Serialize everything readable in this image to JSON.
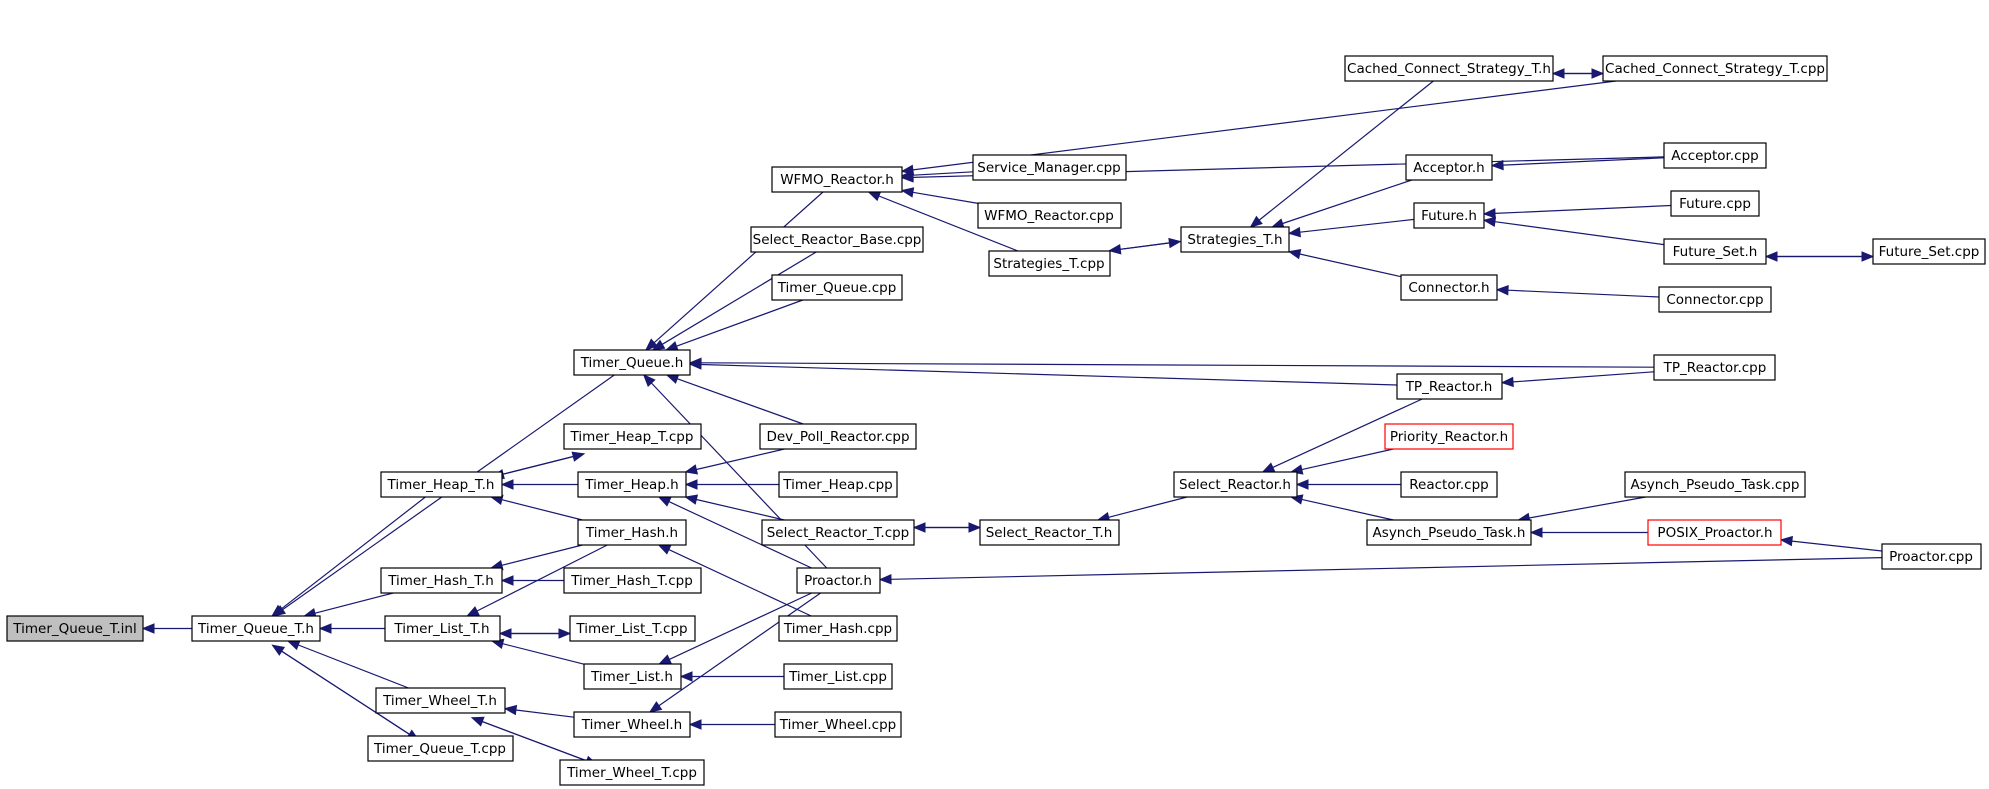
{
  "colors": {
    "edge": "#191970",
    "root_fill": "#bfbfbf",
    "node_border": "#000000",
    "highlight_border": "#ff0000"
  },
  "nodes": {
    "n_timer_queue_t_inl": "Timer_Queue_T.inl",
    "n_timer_queue_t_h": "Timer_Queue_T.h",
    "n_timer_queue_h": "Timer_Queue.h",
    "n_timer_heap_t_h": "Timer_Heap_T.h",
    "n_timer_hash_t_h": "Timer_Hash_T.h",
    "n_timer_list_t_h": "Timer_List_T.h",
    "n_timer_wheel_t_h": "Timer_Wheel_T.h",
    "n_timer_queue_t_cpp": "Timer_Queue_T.cpp",
    "n_timer_heap_t_cpp": "Timer_Heap_T.cpp",
    "n_timer_heap_h": "Timer_Heap.h",
    "n_timer_hash_h": "Timer_Hash.h",
    "n_timer_hash_t_cpp": "Timer_Hash_T.cpp",
    "n_timer_list_t_cpp": "Timer_List_T.cpp",
    "n_timer_list_h": "Timer_List.h",
    "n_timer_wheel_h": "Timer_Wheel.h",
    "n_timer_wheel_t_cpp": "Timer_Wheel_T.cpp",
    "n_wfmo_reactor_h": "WFMO_Reactor.h",
    "n_select_reactor_base_cpp": "Select_Reactor_Base.cpp",
    "n_timer_queue_cpp": "Timer_Queue.cpp",
    "n_dev_poll_reactor_cpp": "Dev_Poll_Reactor.cpp",
    "n_timer_heap_cpp": "Timer_Heap.cpp",
    "n_select_reactor_t_cpp": "Select_Reactor_T.cpp",
    "n_proactor_h": "Proactor.h",
    "n_timer_hash_cpp": "Timer_Hash.cpp",
    "n_timer_list_cpp": "Timer_List.cpp",
    "n_timer_wheel_cpp": "Timer_Wheel.cpp",
    "n_service_manager_cpp": "Service_Manager.cpp",
    "n_wfmo_reactor_cpp": "WFMO_Reactor.cpp",
    "n_strategies_t_cpp": "Strategies_T.cpp",
    "n_select_reactor_t_h": "Select_Reactor_T.h",
    "n_strategies_t_h": "Strategies_T.h",
    "n_select_reactor_h": "Select_Reactor.h",
    "n_cached_connect_strategy_t_h": "Cached_Connect_Strategy_T.h",
    "n_acceptor_h": "Acceptor.h",
    "n_future_h": "Future.h",
    "n_connector_h": "Connector.h",
    "n_tp_reactor_h": "TP_Reactor.h",
    "n_priority_reactor_h": "Priority_Reactor.h",
    "n_reactor_cpp": "Reactor.cpp",
    "n_asynch_pseudo_task_h": "Asynch_Pseudo_Task.h",
    "n_cached_connect_strategy_t_cpp": "Cached_Connect_Strategy_T.cpp",
    "n_acceptor_cpp": "Acceptor.cpp",
    "n_future_cpp": "Future.cpp",
    "n_future_set_h": "Future_Set.h",
    "n_connector_cpp": "Connector.cpp",
    "n_tp_reactor_cpp": "TP_Reactor.cpp",
    "n_asynch_pseudo_task_cpp": "Asynch_Pseudo_Task.cpp",
    "n_posix_proactor_h": "POSIX_Proactor.h",
    "n_future_set_cpp": "Future_Set.cpp",
    "n_proactor_cpp": "Proactor.cpp"
  },
  "edges": [
    [
      "n_timer_queue_t_h",
      "n_timer_queue_t_inl"
    ],
    [
      "n_timer_queue_h",
      "n_timer_queue_t_h"
    ],
    [
      "n_timer_heap_t_h",
      "n_timer_queue_t_h"
    ],
    [
      "n_timer_hash_t_h",
      "n_timer_queue_t_h"
    ],
    [
      "n_timer_list_t_h",
      "n_timer_queue_t_h"
    ],
    [
      "n_timer_wheel_t_h",
      "n_timer_queue_t_h"
    ],
    [
      "n_timer_queue_t_cpp",
      "n_timer_queue_t_h"
    ],
    [
      "n_timer_queue_t_h",
      "n_timer_queue_t_cpp"
    ],
    [
      "n_wfmo_reactor_h",
      "n_timer_queue_h"
    ],
    [
      "n_select_reactor_base_cpp",
      "n_timer_queue_h"
    ],
    [
      "n_timer_queue_cpp",
      "n_timer_queue_h"
    ],
    [
      "n_dev_poll_reactor_cpp",
      "n_timer_queue_h"
    ],
    [
      "n_proactor_h",
      "n_timer_queue_h"
    ],
    [
      "n_tp_reactor_h",
      "n_timer_queue_h"
    ],
    [
      "n_tp_reactor_cpp",
      "n_timer_queue_h"
    ],
    [
      "n_timer_heap_t_cpp",
      "n_timer_heap_t_h"
    ],
    [
      "n_timer_heap_t_h",
      "n_timer_heap_t_cpp"
    ],
    [
      "n_timer_heap_h",
      "n_timer_heap_t_h"
    ],
    [
      "n_timer_hash_h",
      "n_timer_heap_t_h"
    ],
    [
      "n_timer_hash_h",
      "n_timer_hash_t_h"
    ],
    [
      "n_timer_hash_t_cpp",
      "n_timer_hash_t_h"
    ],
    [
      "n_timer_hash_h",
      "n_timer_list_t_h"
    ],
    [
      "n_timer_list_t_h",
      "n_timer_list_t_cpp"
    ],
    [
      "n_timer_list_t_cpp",
      "n_timer_list_t_h"
    ],
    [
      "n_timer_list_h",
      "n_timer_list_t_h"
    ],
    [
      "n_timer_wheel_h",
      "n_timer_wheel_t_h"
    ],
    [
      "n_timer_wheel_t_h",
      "n_timer_wheel_t_cpp"
    ],
    [
      "n_timer_wheel_t_cpp",
      "n_timer_wheel_t_h"
    ],
    [
      "n_dev_poll_reactor_cpp",
      "n_timer_heap_h"
    ],
    [
      "n_timer_heap_cpp",
      "n_timer_heap_h"
    ],
    [
      "n_select_reactor_t_cpp",
      "n_timer_heap_h"
    ],
    [
      "n_proactor_h",
      "n_timer_heap_h"
    ],
    [
      "n_timer_hash_cpp",
      "n_timer_hash_h"
    ],
    [
      "n_timer_list_cpp",
      "n_timer_list_h"
    ],
    [
      "n_proactor_h",
      "n_timer_list_h"
    ],
    [
      "n_timer_wheel_cpp",
      "n_timer_wheel_h"
    ],
    [
      "n_proactor_h",
      "n_timer_wheel_h"
    ],
    [
      "n_service_manager_cpp",
      "n_wfmo_reactor_h"
    ],
    [
      "n_wfmo_reactor_cpp",
      "n_wfmo_reactor_h"
    ],
    [
      "n_strategies_t_cpp",
      "n_wfmo_reactor_h"
    ],
    [
      "n_cached_connect_strategy_t_cpp",
      "n_wfmo_reactor_h"
    ],
    [
      "n_acceptor_cpp",
      "n_wfmo_reactor_h"
    ],
    [
      "n_select_reactor_t_h",
      "n_select_reactor_t_cpp"
    ],
    [
      "n_select_reactor_t_cpp",
      "n_select_reactor_t_h"
    ],
    [
      "n_select_reactor_h",
      "n_select_reactor_t_h"
    ],
    [
      "n_proactor_cpp",
      "n_proactor_h"
    ],
    [
      "n_strategies_t_h",
      "n_strategies_t_cpp"
    ],
    [
      "n_strategies_t_cpp",
      "n_strategies_t_h"
    ],
    [
      "n_cached_connect_strategy_t_h",
      "n_strategies_t_h"
    ],
    [
      "n_acceptor_h",
      "n_strategies_t_h"
    ],
    [
      "n_future_h",
      "n_strategies_t_h"
    ],
    [
      "n_connector_h",
      "n_strategies_t_h"
    ],
    [
      "n_cached_connect_strategy_t_cpp",
      "n_cached_connect_strategy_t_h"
    ],
    [
      "n_cached_connect_strategy_t_h",
      "n_cached_connect_strategy_t_cpp"
    ],
    [
      "n_acceptor_cpp",
      "n_acceptor_h"
    ],
    [
      "n_future_cpp",
      "n_future_h"
    ],
    [
      "n_future_set_h",
      "n_future_h"
    ],
    [
      "n_future_set_cpp",
      "n_future_set_h"
    ],
    [
      "n_future_set_h",
      "n_future_set_cpp"
    ],
    [
      "n_connector_cpp",
      "n_connector_h"
    ],
    [
      "n_tp_reactor_h",
      "n_select_reactor_h"
    ],
    [
      "n_priority_reactor_h",
      "n_select_reactor_h"
    ],
    [
      "n_reactor_cpp",
      "n_select_reactor_h"
    ],
    [
      "n_asynch_pseudo_task_h",
      "n_select_reactor_h"
    ],
    [
      "n_tp_reactor_cpp",
      "n_tp_reactor_h"
    ],
    [
      "n_asynch_pseudo_task_cpp",
      "n_asynch_pseudo_task_h"
    ],
    [
      "n_posix_proactor_h",
      "n_asynch_pseudo_task_h"
    ],
    [
      "n_proactor_cpp",
      "n_posix_proactor_h"
    ]
  ]
}
